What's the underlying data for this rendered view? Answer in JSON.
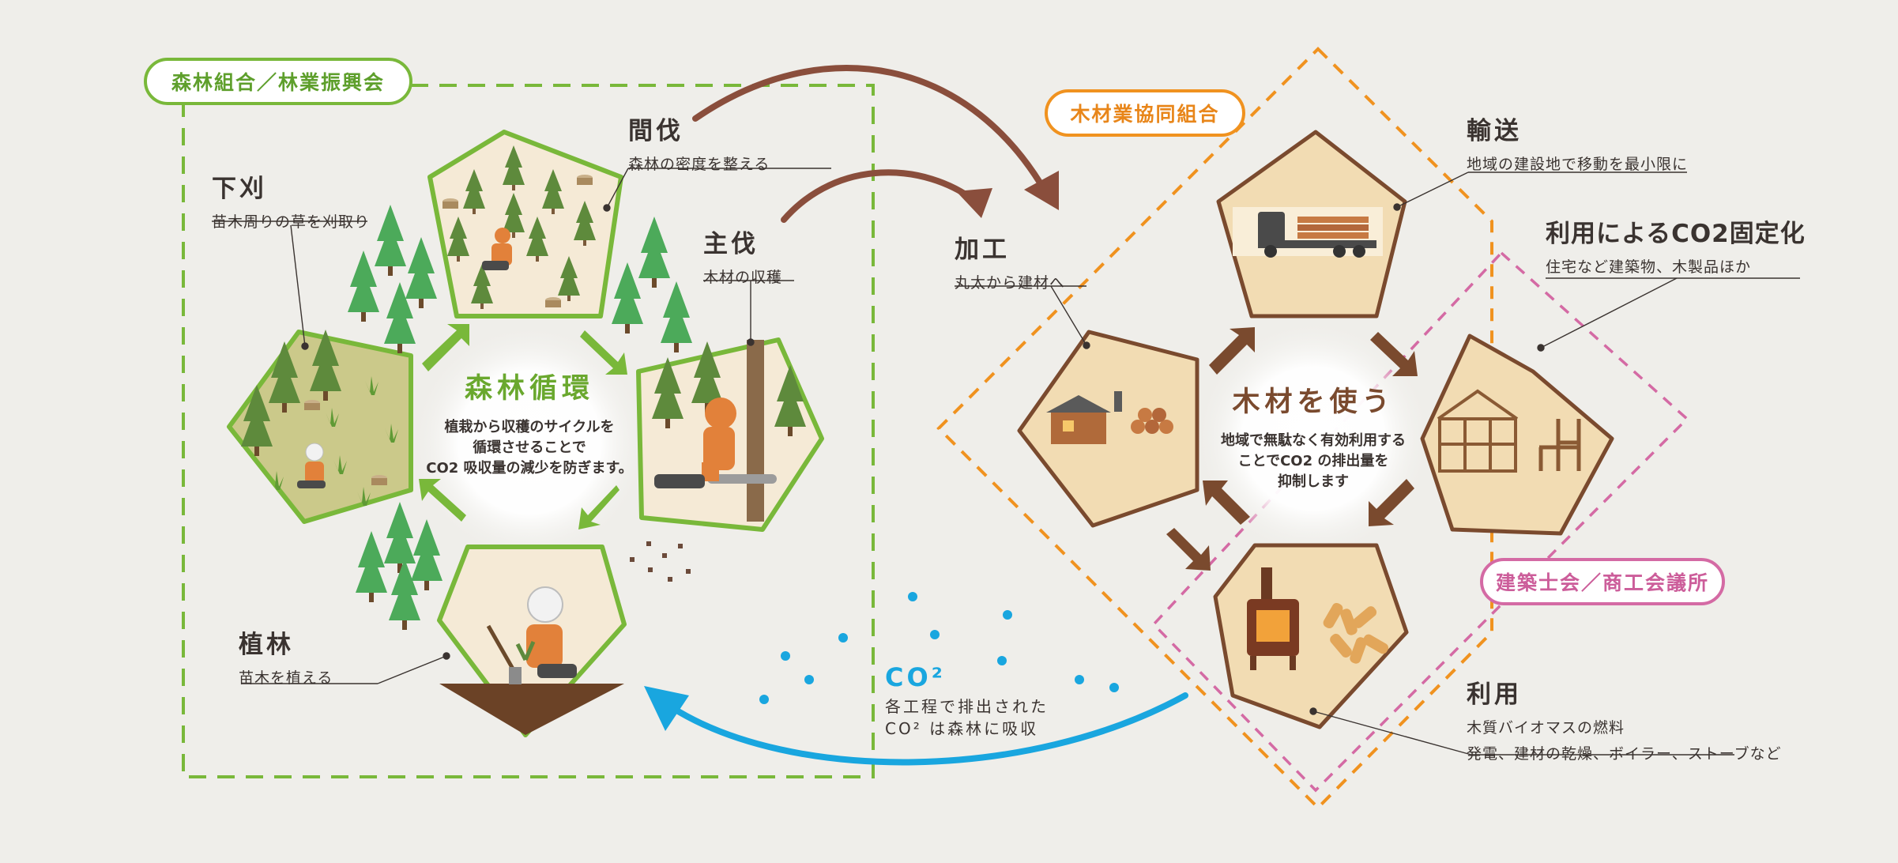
{
  "colors": {
    "background": "#efeeea",
    "forest_green": "#79b83a",
    "forest_text_green": "#6aa82e",
    "wood_brown": "#7a4a2e",
    "wood_fill": "#f2dcb3",
    "co2_blue": "#19a6df",
    "timber_orange": "#f0921f",
    "architect_pink": "#d46aa4"
  },
  "groups": {
    "forest_association": "森林組合／林業振興会",
    "timber_cooperative": "木材業協同組合",
    "architects": "建築士会／商工会議所"
  },
  "forest_cycle": {
    "title": "森林循環",
    "description": "植栽から収穫のサイクルを\n循環させることで\nCO2 吸収量の減少を防ぎます。",
    "steps": [
      {
        "title": "間伐",
        "desc": "森林の密度を整える"
      },
      {
        "title": "主伐",
        "desc": "木材の収穫"
      },
      {
        "title": "植林",
        "desc": "苗木を植える"
      },
      {
        "title": "下刈",
        "desc": "苗木周りの草を刈取り"
      }
    ]
  },
  "wood_use": {
    "title": "木材を使う",
    "description": "地域で無駄なく有効利用する\nことでCO2 の排出量を\n抑制します",
    "steps": [
      {
        "title": "加工",
        "desc": "丸太から建材へ"
      },
      {
        "title": "輸送",
        "desc": "地域の建設地で移動を最小限に"
      },
      {
        "title": "利用によるCO2固定化",
        "desc": "住宅など建築物、木製品ほか"
      },
      {
        "title": "利用",
        "desc": "木質バイオマスの燃料",
        "desc2": "発電、建材の乾燥、ボイラー、ストーブなど"
      }
    ]
  },
  "co2": {
    "title": "CO²",
    "description": "各工程で排出された\nCO² は森林に吸収"
  },
  "icons": [
    "tree-icon",
    "truck-icon",
    "sawmill-icon",
    "house-frame-icon",
    "chair-icon",
    "stove-icon",
    "pellets-icon",
    "worker-icon",
    "chainsaw-icon",
    "shovel-icon"
  ]
}
